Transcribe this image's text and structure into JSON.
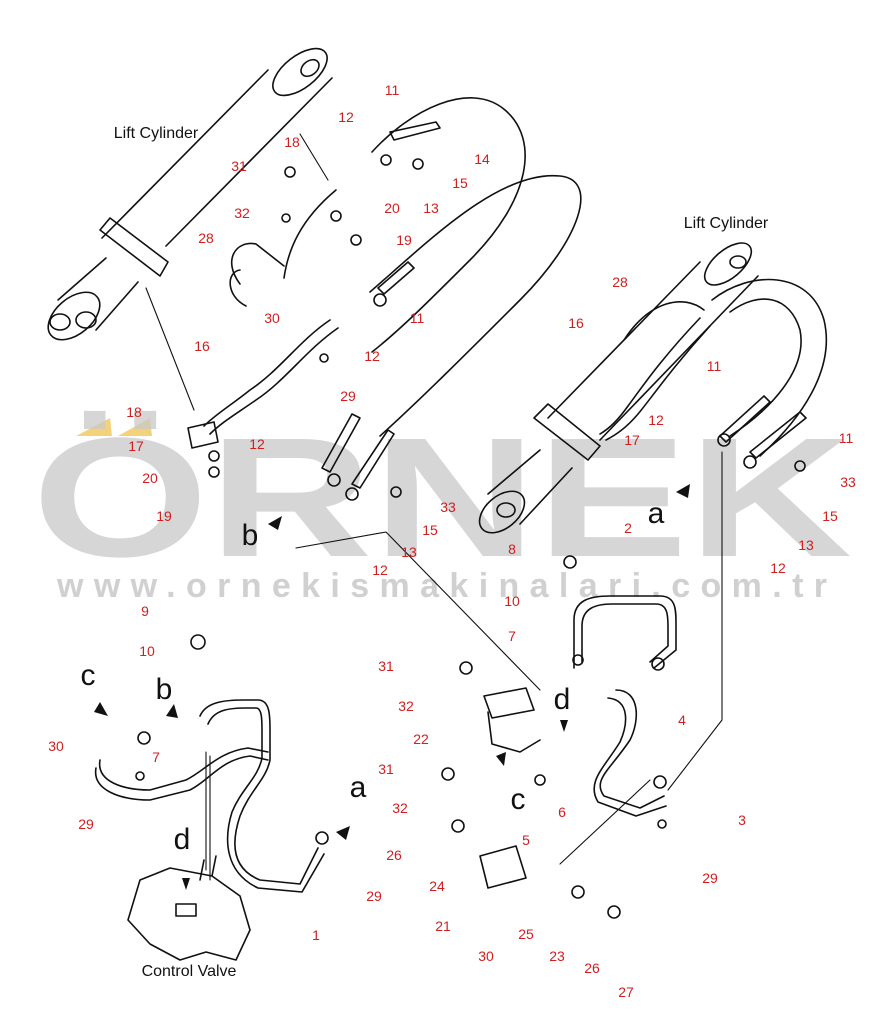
{
  "watermark": {
    "brand": "ÖRNEK",
    "url": "www.ornekismakinalari.com.tr",
    "color": "#c8c8c8",
    "accent": "#f3d27a"
  },
  "titles": [
    "Lift Cylinder",
    "Lift Cylinder",
    "Control Valve"
  ],
  "letters": [
    "b",
    "a",
    "c",
    "b",
    "c",
    "d",
    "a",
    "d"
  ],
  "callouts": [
    "11",
    "12",
    "14",
    "18",
    "31",
    "15",
    "32",
    "20",
    "13",
    "28",
    "19",
    "11",
    "30",
    "12",
    "16",
    "29",
    "18",
    "17",
    "20",
    "19",
    "12",
    "33",
    "15",
    "13",
    "12",
    "28",
    "16",
    "11",
    "12",
    "11",
    "17",
    "33",
    "15",
    "13",
    "12",
    "2",
    "8",
    "10",
    "7",
    "4",
    "9",
    "10",
    "31",
    "32",
    "22",
    "6",
    "5",
    "3",
    "29",
    "30",
    "7",
    "29",
    "31",
    "32",
    "26",
    "24",
    "21",
    "30",
    "25",
    "23",
    "26",
    "27",
    "1",
    "29"
  ],
  "colors": {
    "ink": "#111111",
    "callout": "#d01f1f"
  }
}
